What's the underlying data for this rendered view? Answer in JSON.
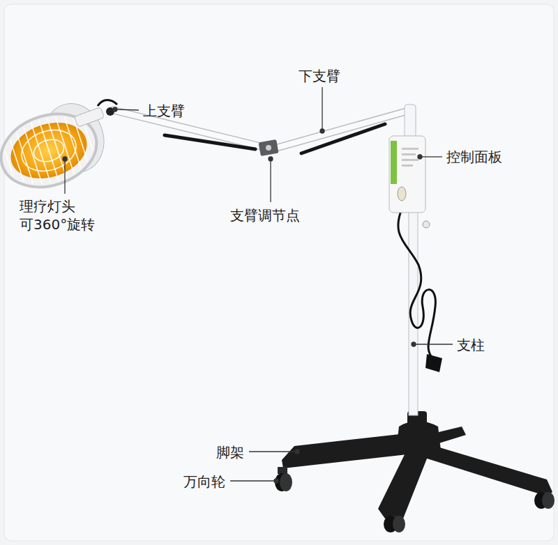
{
  "diagram": {
    "labels": [
      "下支臂",
      "上支臂",
      "控制面板",
      "理疗灯头 可360°旋转",
      "支臂调节点",
      "支柱",
      "脚架",
      "万向轮"
    ]
  }
}
